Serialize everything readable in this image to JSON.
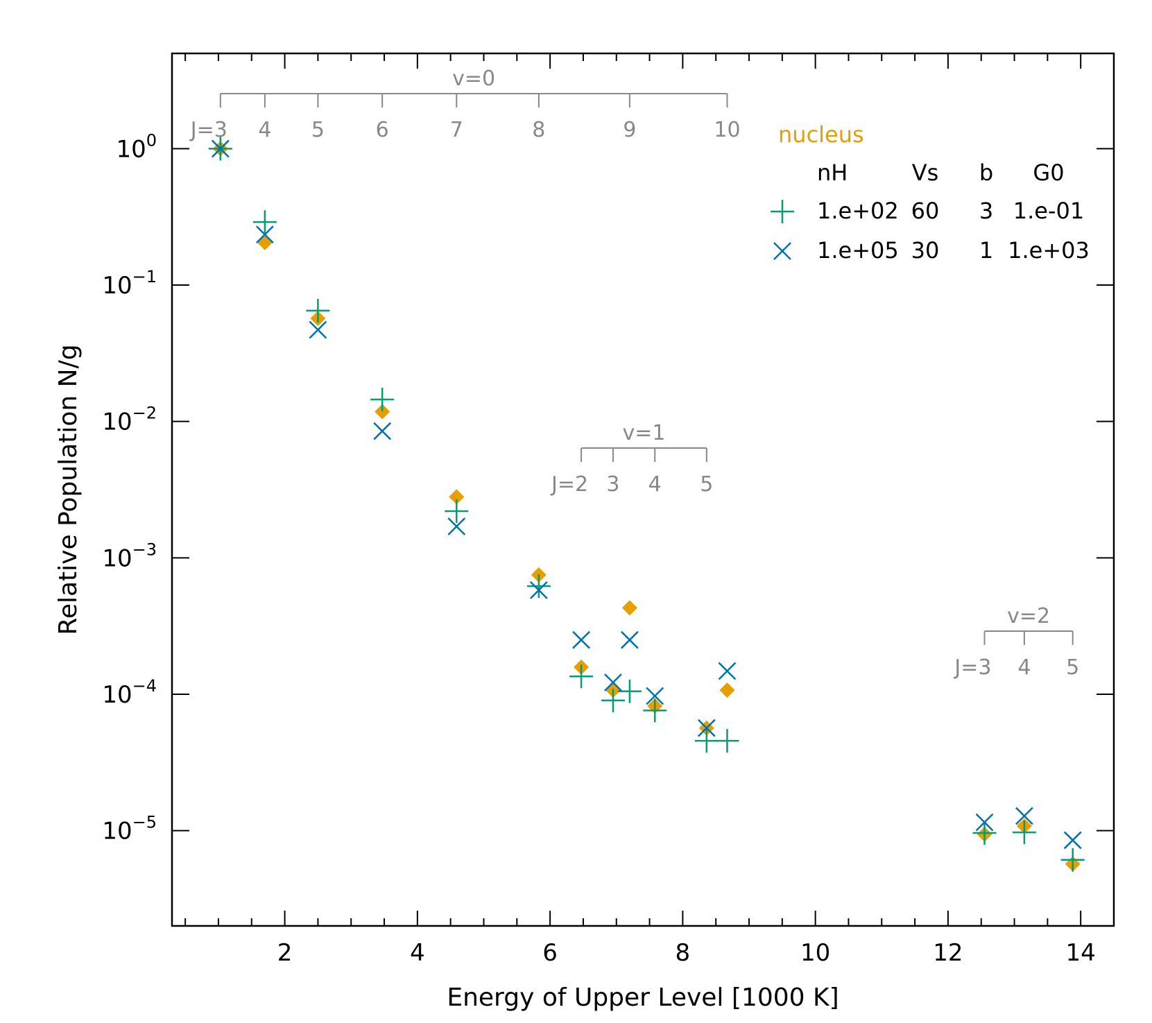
{
  "chart_data": {
    "type": "scatter",
    "title": "",
    "xlabel": "Energy of Upper Level [1000 K]",
    "ylabel": "Relative Population N/g",
    "xlim": [
      0.3,
      14.5
    ],
    "ylim": [
      2e-06,
      5.0
    ],
    "yscale": "log",
    "grid": false,
    "x_ticks": [
      {
        "value": 2,
        "label": "2"
      },
      {
        "value": 4,
        "label": "4"
      },
      {
        "value": 6,
        "label": "6"
      },
      {
        "value": 8,
        "label": "8"
      },
      {
        "value": 10,
        "label": "10"
      },
      {
        "value": 12,
        "label": "12"
      },
      {
        "value": 14,
        "label": "14"
      }
    ],
    "y_ticks": [
      {
        "value": 1,
        "base": "10",
        "exp": "0"
      },
      {
        "value": 0.1,
        "base": "10",
        "exp": "−1"
      },
      {
        "value": 0.01,
        "base": "10",
        "exp": "−2"
      },
      {
        "value": 0.001,
        "base": "10",
        "exp": "−3"
      },
      {
        "value": 0.0001,
        "base": "10",
        "exp": "−4"
      },
      {
        "value": 1e-05,
        "base": "10",
        "exp": "−5"
      }
    ],
    "series": [
      {
        "name": "nucleus",
        "marker": "diamond",
        "color": "#E69F00",
        "points": [
          {
            "x": 1.03,
            "y": 1.0
          },
          {
            "x": 1.7,
            "y": 0.205
          },
          {
            "x": 2.5,
            "y": 0.057
          },
          {
            "x": 3.47,
            "y": 0.0118
          },
          {
            "x": 4.59,
            "y": 0.0028
          },
          {
            "x": 5.83,
            "y": 0.00075
          },
          {
            "x": 6.47,
            "y": 0.000158
          },
          {
            "x": 6.95,
            "y": 0.000107
          },
          {
            "x": 7.2,
            "y": 0.00043
          },
          {
            "x": 7.58,
            "y": 8.2e-05
          },
          {
            "x": 8.36,
            "y": 5.65e-05
          },
          {
            "x": 8.67,
            "y": 0.000107
          },
          {
            "x": 12.55,
            "y": 9.4e-06
          },
          {
            "x": 13.15,
            "y": 1.08e-05
          },
          {
            "x": 13.88,
            "y": 5.7e-06
          }
        ]
      },
      {
        "name": "",
        "marker": "plus",
        "color": "#009E73",
        "points": [
          {
            "x": 1.03,
            "y": 1.0
          },
          {
            "x": 1.7,
            "y": 0.29
          },
          {
            "x": 2.5,
            "y": 0.065
          },
          {
            "x": 3.47,
            "y": 0.0145
          },
          {
            "x": 4.59,
            "y": 0.0022
          },
          {
            "x": 5.83,
            "y": 0.00062
          },
          {
            "x": 6.47,
            "y": 0.000135
          },
          {
            "x": 6.95,
            "y": 9e-05
          },
          {
            "x": 7.2,
            "y": 0.000105
          },
          {
            "x": 7.58,
            "y": 7.6e-05
          },
          {
            "x": 8.36,
            "y": 4.55e-05
          },
          {
            "x": 8.67,
            "y": 4.55e-05
          },
          {
            "x": 12.55,
            "y": 9.6e-06
          },
          {
            "x": 13.15,
            "y": 9.7e-06
          },
          {
            "x": 13.88,
            "y": 6.1e-06
          }
        ]
      },
      {
        "name": "",
        "marker": "cross",
        "color": "#0072B2",
        "points": [
          {
            "x": 1.03,
            "y": 1.0
          },
          {
            "x": 1.7,
            "y": 0.235
          },
          {
            "x": 2.5,
            "y": 0.047
          },
          {
            "x": 3.47,
            "y": 0.0085
          },
          {
            "x": 4.59,
            "y": 0.0017
          },
          {
            "x": 5.83,
            "y": 0.00058
          },
          {
            "x": 6.47,
            "y": 0.00025
          },
          {
            "x": 6.95,
            "y": 0.000122
          },
          {
            "x": 7.2,
            "y": 0.00025
          },
          {
            "x": 7.58,
            "y": 9.7e-05
          },
          {
            "x": 8.36,
            "y": 5.65e-05
          },
          {
            "x": 8.67,
            "y": 0.000148
          },
          {
            "x": 12.55,
            "y": 1.15e-05
          },
          {
            "x": 13.15,
            "y": 1.28e-05
          },
          {
            "x": 13.88,
            "y": 8.5e-06
          }
        ]
      }
    ],
    "groups": [
      {
        "label": "v=0",
        "levels": [
          {
            "x": 1.03,
            "label": "J=3"
          },
          {
            "x": 1.7,
            "label": "4"
          },
          {
            "x": 2.5,
            "label": "5"
          },
          {
            "x": 3.47,
            "label": "6"
          },
          {
            "x": 4.59,
            "label": "7"
          },
          {
            "x": 5.83,
            "label": "8"
          },
          {
            "x": 7.2,
            "label": "9"
          },
          {
            "x": 8.67,
            "label": "10"
          }
        ]
      },
      {
        "label": "v=1",
        "levels": [
          {
            "x": 6.47,
            "label": "J=2"
          },
          {
            "x": 6.95,
            "label": "3"
          },
          {
            "x": 7.58,
            "label": "4"
          },
          {
            "x": 8.36,
            "label": "5"
          }
        ]
      },
      {
        "label": "v=2",
        "levels": [
          {
            "x": 12.55,
            "label": "J=3"
          },
          {
            "x": 13.15,
            "label": "4"
          },
          {
            "x": 13.88,
            "label": "5"
          }
        ]
      }
    ],
    "legend": {
      "title": "nucleus",
      "title_color": "#E69F00",
      "placement": "top-right",
      "header": [
        "nH",
        "Vs",
        "b",
        "G0"
      ],
      "rows": [
        {
          "marker": "plus",
          "color": "#009E73",
          "values": [
            "1.e+02",
            "60",
            "3",
            "1.e-01"
          ]
        },
        {
          "marker": "cross",
          "color": "#0072B2",
          "values": [
            "1.e+05",
            "30",
            "1",
            "1.e+03"
          ]
        }
      ]
    }
  }
}
